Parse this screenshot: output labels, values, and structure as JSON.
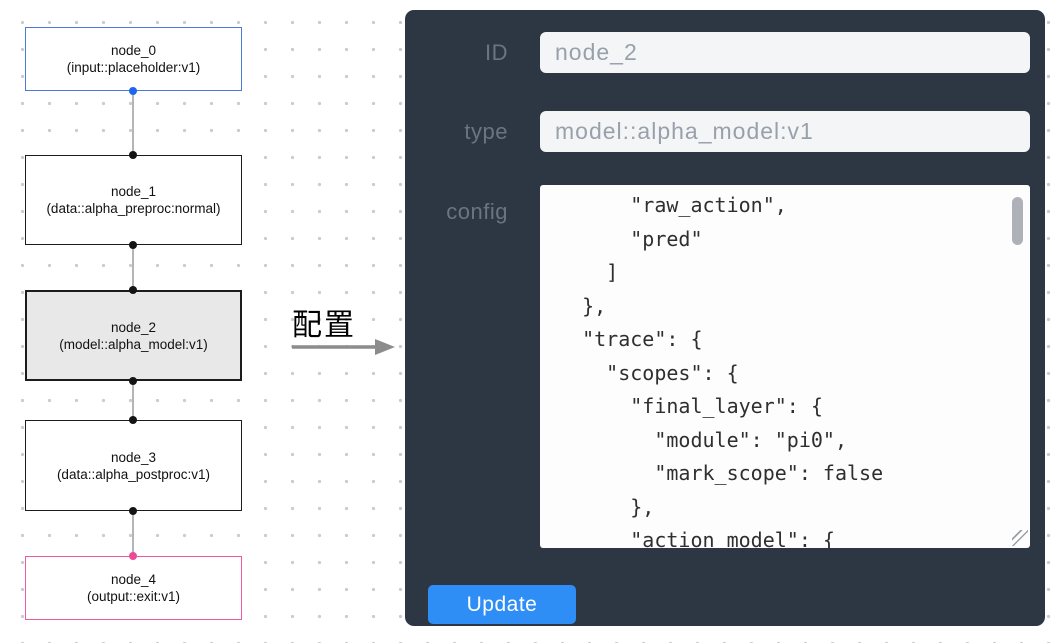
{
  "canvas": {
    "nodes": [
      {
        "label": "node_0",
        "sublabel": "(input::placeholder:v1)",
        "variant": "input"
      },
      {
        "label": "node_1",
        "sublabel": "(data::alpha_preproc:normal)",
        "variant": "default"
      },
      {
        "label": "node_2",
        "sublabel": "(model::alpha_model:v1)",
        "variant": "selected"
      },
      {
        "label": "node_3",
        "sublabel": "(data::alpha_postproc:v1)",
        "variant": "default"
      },
      {
        "label": "node_4",
        "sublabel": "(output::exit:v1)",
        "variant": "output"
      }
    ]
  },
  "transition": {
    "label": "配置"
  },
  "panel": {
    "id_field": {
      "label": "ID",
      "value": "node_2"
    },
    "type_field": {
      "label": "type",
      "value": "model::alpha_model:v1"
    },
    "config_field": {
      "label": "config",
      "text": "      \"raw_action\",\n      \"pred\"\n    ]\n  },\n  \"trace\": {\n    \"scopes\": {\n      \"final_layer\": {\n        \"module\": \"pi0\",\n        \"mark_scope\": false\n      },\n      \"action_model\": {"
    },
    "update_button": "Update"
  },
  "colors": {
    "panel_bg": "#2d3643",
    "accent_blue": "#2f8ef5",
    "input_node_border": "#4a79d9",
    "output_node_border": "#ef5a9e",
    "selected_node_bg": "#e8e8e8",
    "dot_blue": "#1d66f2",
    "dot_pink": "#ea4d96"
  }
}
